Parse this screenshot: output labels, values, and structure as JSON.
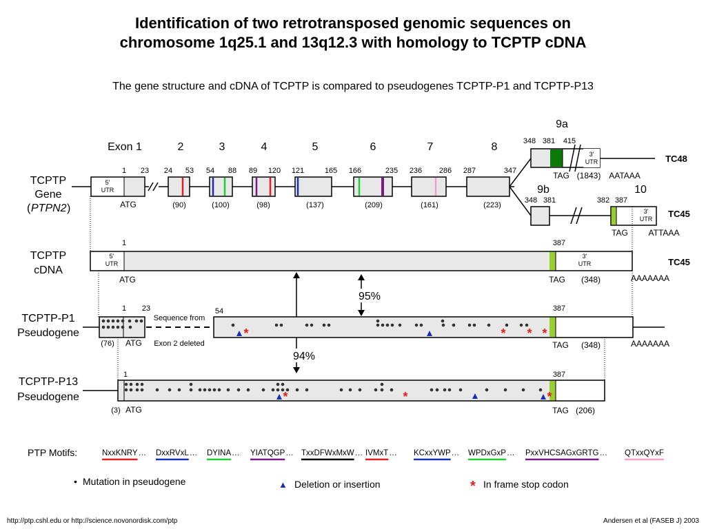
{
  "title_line1": "Identification of two retrotransposed genomic sequences on",
  "title_line2": "chromosome 1q25.1 and 13q12.3 with homology to TCPTP cDNA",
  "subtitle": "The gene structure and cDNA of TCPTP is compared to pseudogenes TCPTP-P1 and TCPTP-P13",
  "gene": {
    "label1": "TCPTP",
    "label2": "Gene",
    "label3": "PTPN2",
    "exon_header": "Exon 1",
    "exon_numbers": [
      "2",
      "3",
      "4",
      "5",
      "6",
      "7",
      "8"
    ],
    "positions": [
      "1",
      "23",
      "24",
      "53",
      "54",
      "88",
      "89",
      "120",
      "121",
      "165",
      "166",
      "235",
      "236",
      "286",
      "287",
      "347"
    ],
    "sizes": [
      "(90)",
      "(100)",
      "(98)",
      "(137)",
      "(209)",
      "(161)",
      "(223)"
    ],
    "utr5": "5'",
    "utr5b": "UTR",
    "atg": "ATG",
    "exon9a": "9a",
    "exon9b": "9b",
    "exon10": "10",
    "pos9a": [
      "348",
      "381",
      "415"
    ],
    "pos9b": [
      "348",
      "381"
    ],
    "pos10": [
      "382",
      "387"
    ],
    "utr3": "3'",
    "utr3b": "UTR",
    "tc48": "TC48",
    "tc45": "TC45",
    "tag_tc48": "TAG",
    "tag_tc48_size": "(1843)",
    "aataaa": "AATAAA",
    "tag_tc45": "TAG",
    "attaaa": "ATTAAA"
  },
  "cdna": {
    "label1": "TCPTP",
    "label2": "cDNA",
    "pos_start": "1",
    "pos_end": "387",
    "utr5": "5'",
    "utr5b": "UTR",
    "utr3": "3'",
    "utr3b": "UTR",
    "atg": "ATG",
    "tag": "TAG",
    "tag_size": "(348)",
    "polyA": "AAAAAAA",
    "tc45": "TC45"
  },
  "p1": {
    "label1": "TCPTP-P1",
    "label2": "Pseudogene",
    "pos1": "1",
    "pos23": "23",
    "pos54": "54",
    "pos387": "387",
    "note1": "Sequence from",
    "note2": "Exon 2 deleted",
    "size76": "(76)",
    "atg": "ATG",
    "tag": "TAG",
    "tag_size": "(348)",
    "polyA": "AAAAAAA"
  },
  "p13": {
    "label1": "TCPTP-P13",
    "label2": "Pseudogene",
    "pos1": "1",
    "pos387": "387",
    "size3": "(3)",
    "atg": "ATG",
    "tag": "TAG",
    "tag_size": "(206)"
  },
  "homology": {
    "p1": "95%",
    "p13": "94%"
  },
  "motifs": {
    "label": "PTP Motifs:",
    "items": [
      {
        "text": "NxxKNRY",
        "color": "#e02020"
      },
      {
        "text": "DxxRVxL",
        "color": "#1a2fb0"
      },
      {
        "text": "DYINA",
        "color": "#22cc33"
      },
      {
        "text": "YIATQGP",
        "color": "#7a1a86"
      },
      {
        "text": "TxxDFWxMxW",
        "color": "#000000"
      },
      {
        "text": "IVMxT",
        "color": "#e02020"
      },
      {
        "text": "KCxxYWP",
        "color": "#1a2fb0"
      },
      {
        "text": "WPDxGxP",
        "color": "#22cc33"
      },
      {
        "text": "PxxVHCSAGxGRTG",
        "color": "#7a1a86"
      },
      {
        "text": "QTxxQYxF",
        "color": "#f4a0c8"
      }
    ],
    "sep": "…"
  },
  "legend": {
    "mutation": "Mutation in pseudogene",
    "deletion": "Deletion or insertion",
    "stop": "In frame stop codon",
    "bullet": "•",
    "triangle": "▲",
    "asterisk": "*"
  },
  "footer_left": "http://ptp.cshl.edu or http://science.novonordisk.com/ptp",
  "footer_right": "Andersen et al (FASEB J) 2003",
  "colors": {
    "exon_fill": "#e8e8e8",
    "green_dark": "#0a7a0a",
    "green_light": "#9acd32",
    "red": "#e02020",
    "blue": "#1a2fb0",
    "green": "#22cc33",
    "purple": "#7a1a86",
    "pink": "#f4a0c8"
  }
}
